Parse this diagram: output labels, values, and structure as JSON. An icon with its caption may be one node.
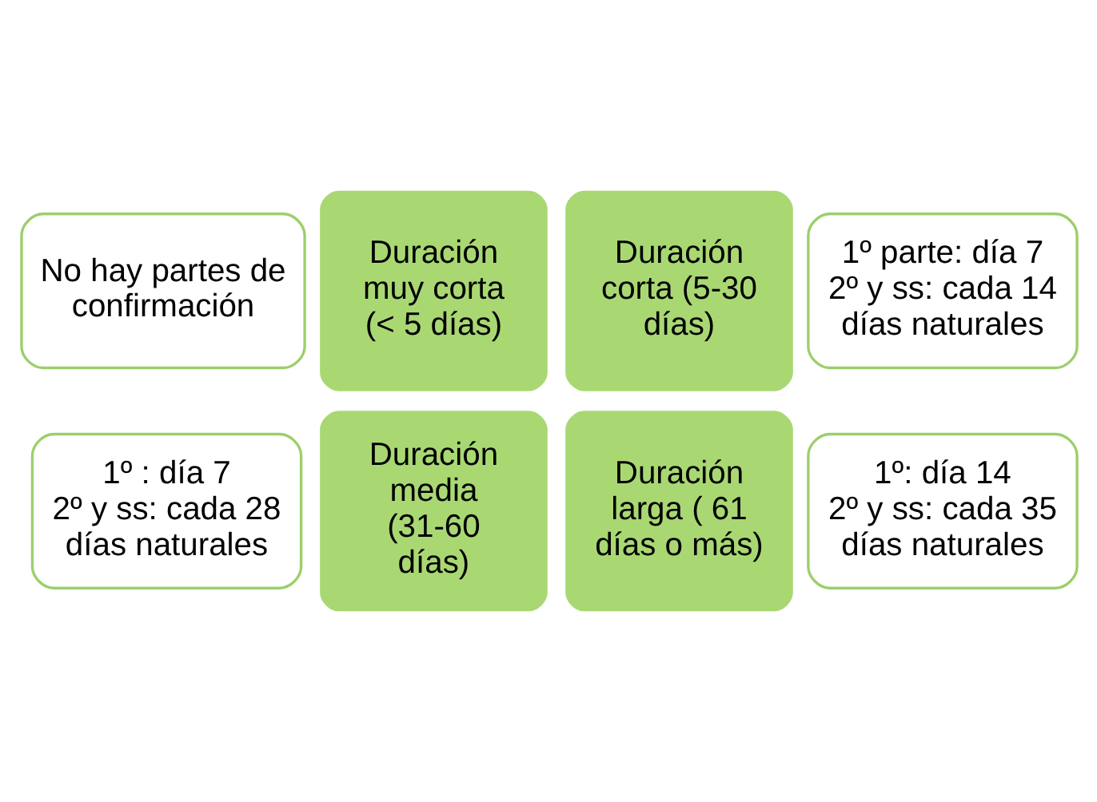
{
  "diagram": {
    "nodes": [
      {
        "text": [
          "No hay partes de confirmación"
        ]
      },
      {
        "text": [
          "Duración muy corta (< 5 días)"
        ]
      },
      {
        "text": [
          "Duración corta (5-30 días)"
        ]
      },
      {
        "text": [
          "1º parte: día 7",
          "2º y ss: cada 14 días naturales"
        ]
      },
      {
        "text": [
          "Duración media (31-60 días)"
        ]
      },
      {
        "text": [
          "Duración larga ( 61 días o más)"
        ]
      },
      {
        "text": [
          "1º : día 7",
          "2º y ss: cada 28 días naturales"
        ]
      },
      {
        "text": [
          "1º: día 14",
          "2º y ss: cada 35 días naturales"
        ]
      }
    ]
  }
}
